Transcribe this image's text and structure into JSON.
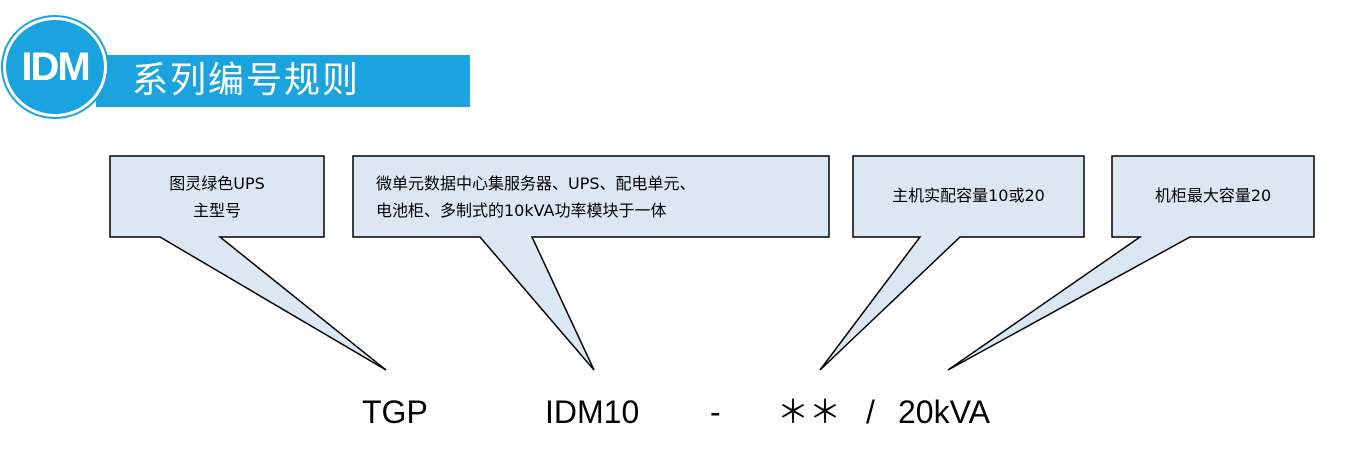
{
  "header": {
    "badge": "IDM",
    "title": "系列编号规则"
  },
  "callouts": [
    {
      "lines": [
        "图灵绿色UPS",
        "主型号"
      ]
    },
    {
      "lines": [
        "微单元数据中心集服务器、UPS、配电单元、",
        "电池柜、多制式的10kVA功率模块于一体"
      ]
    },
    {
      "lines": [
        "主机实配容量10或20"
      ]
    },
    {
      "lines": [
        "机柜最大容量20"
      ]
    }
  ],
  "model_code": {
    "series": "TGP",
    "model": "IDM10",
    "dash": "-",
    "placeholder": "＊＊",
    "slash": "/",
    "capacity": "20kVA"
  },
  "colors": {
    "accent": "#1aa3df",
    "callout_fill": "#dbe8f4",
    "callout_stroke": "#000000"
  }
}
